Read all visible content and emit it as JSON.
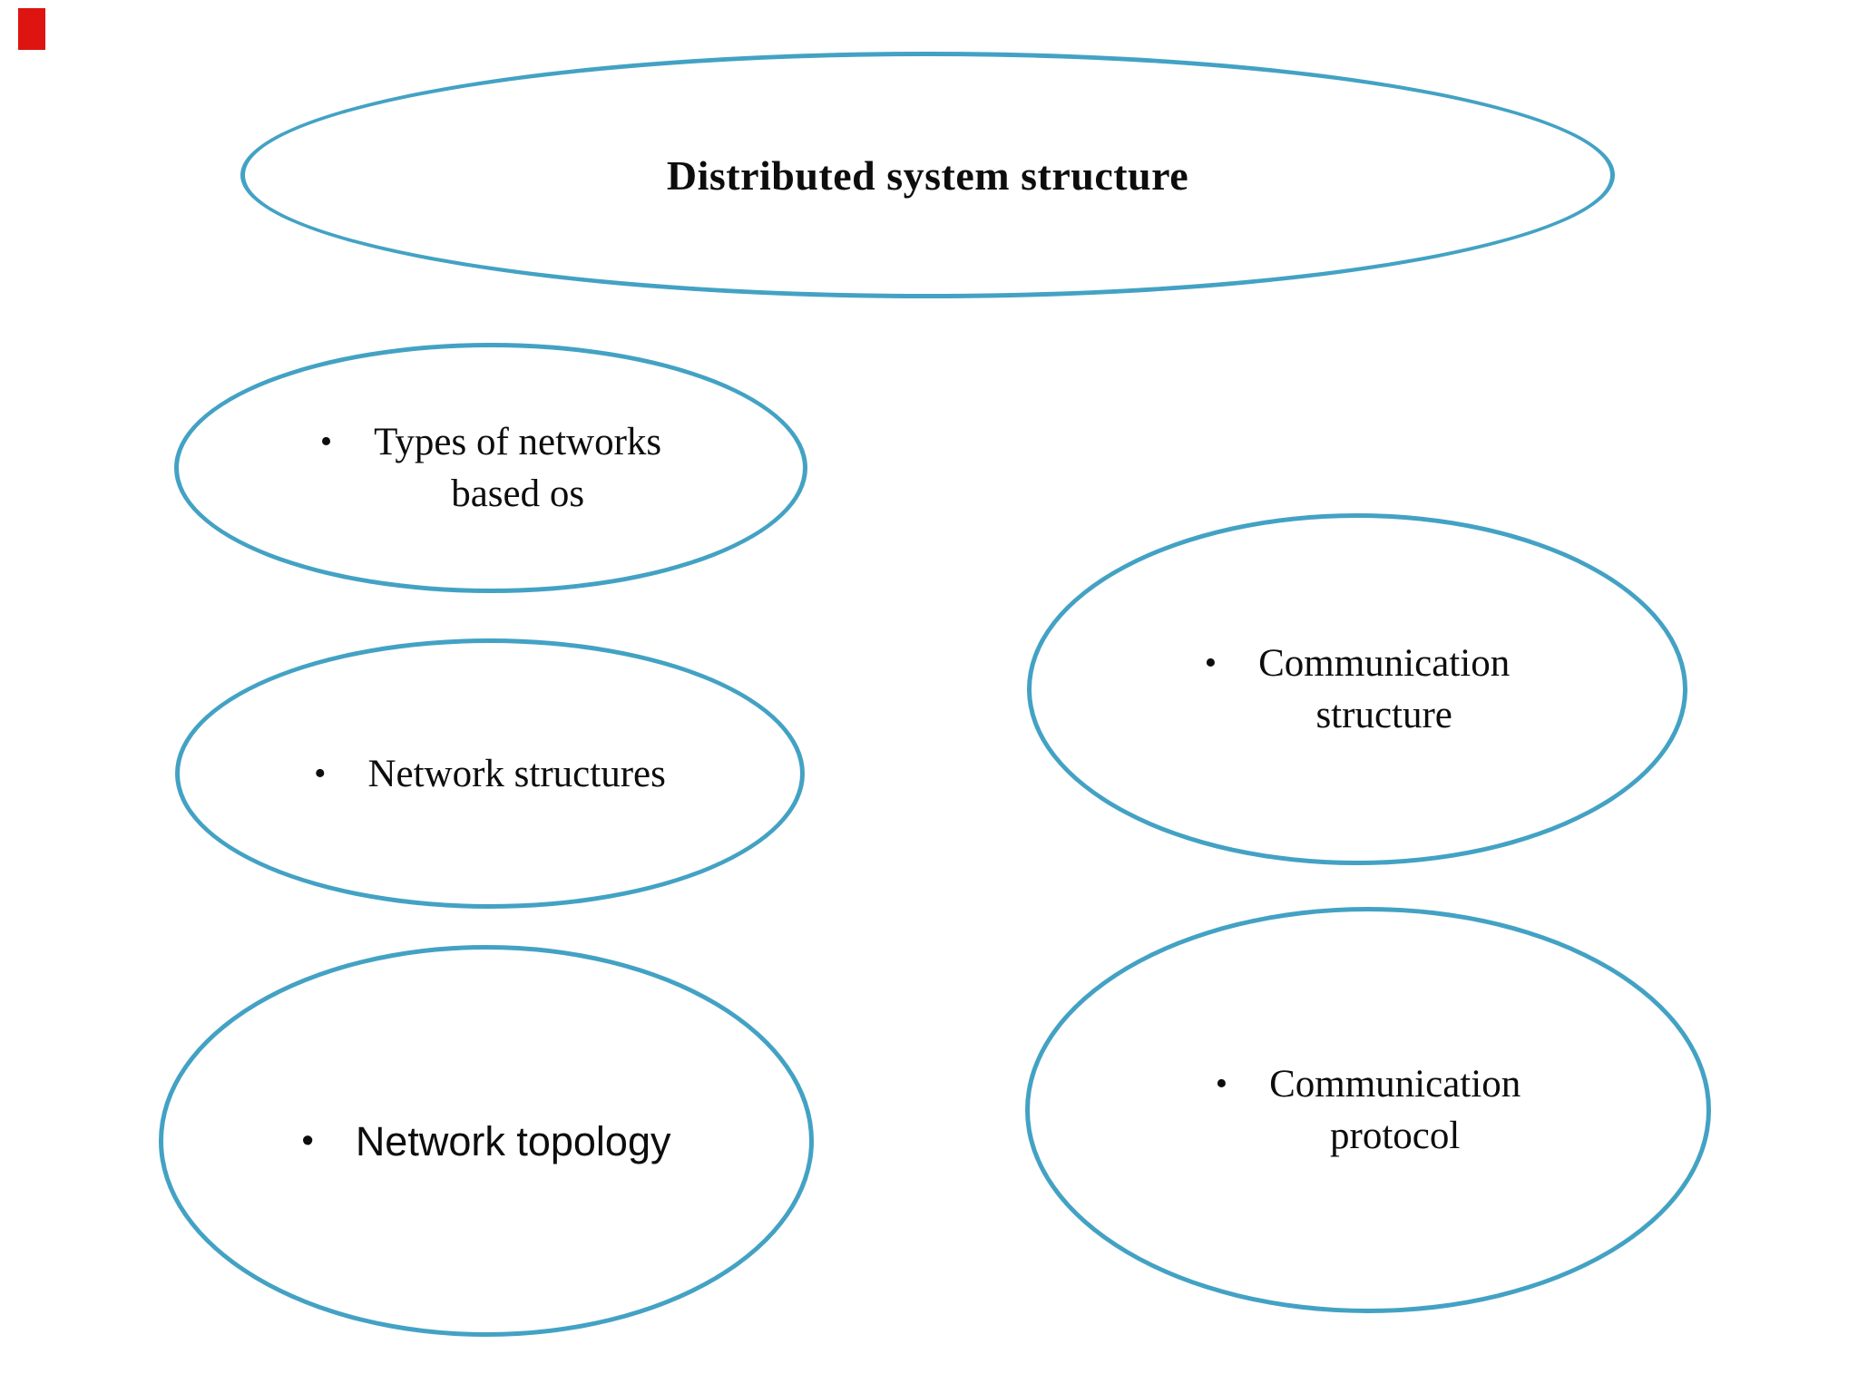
{
  "colors": {
    "background": "#ffffff",
    "accent_stroke": "#43a2c4",
    "text": "#0d0d0d",
    "marker_red": "#dd1410"
  },
  "marker": {
    "name": "red-rectangle-marker"
  },
  "nodes": {
    "root": {
      "label": "Distributed system structure"
    },
    "types_networks": {
      "bullet": "•",
      "line1": "Types of networks",
      "line2": "based os"
    },
    "network_structures": {
      "bullet": "•",
      "line1": "Network structures"
    },
    "network_topology": {
      "bullet": "•",
      "line1": "Network topology"
    },
    "communication_structure": {
      "bullet": "•",
      "line1": "Communication",
      "line2": "structure"
    },
    "communication_protocol": {
      "bullet": "•",
      "line1": "Communication",
      "line2": "protocol"
    }
  }
}
